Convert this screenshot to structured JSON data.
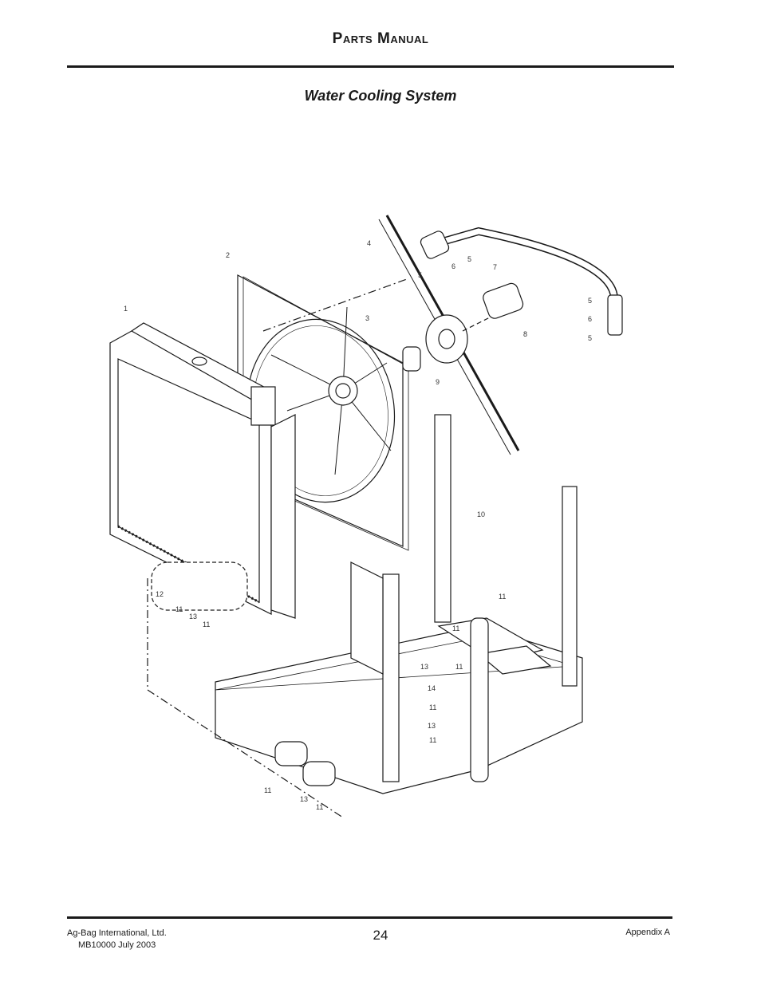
{
  "header": {
    "title": "Parts Manual"
  },
  "section": {
    "title": "Water Cooling System"
  },
  "diagram": {
    "callouts": [
      "1",
      "2",
      "3",
      "4",
      "5",
      "6",
      "5",
      "7",
      "8",
      "5",
      "6",
      "5",
      "9",
      "10",
      "11",
      "12",
      "11",
      "13",
      "11",
      "11",
      "13",
      "11",
      "14",
      "11",
      "13",
      "11",
      "11",
      "13",
      "11"
    ]
  },
  "footer": {
    "company": "Ag-Bag International, Ltd.",
    "doc": "MB10000 July 2003",
    "page": "24",
    "appendix": "Appendix A"
  }
}
